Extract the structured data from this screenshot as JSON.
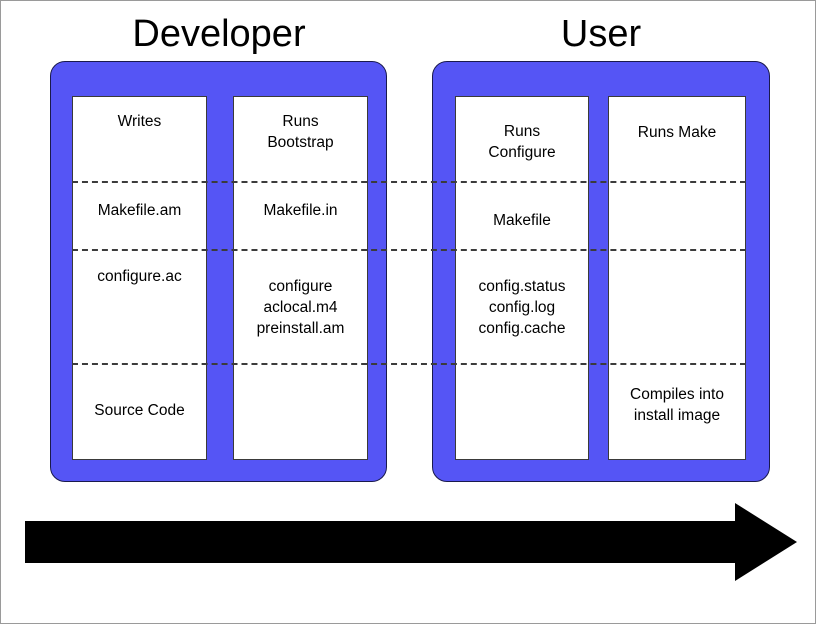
{
  "diagram": {
    "title_developer": "Developer",
    "title_user": "User",
    "accent_color": "#5555F5",
    "arrow_color": "#000000",
    "divider_color": "#3C3C3C",
    "arrow_direction": "right",
    "arrow_name": "time-progression-arrow"
  },
  "sections": [
    {
      "name": "developer",
      "label": "Developer",
      "columns": [
        {
          "name": "writes",
          "header": "Writes",
          "cells": [
            "Makefile.am",
            "configure.ac",
            "Source Code"
          ]
        },
        {
          "name": "runs-bootstrap",
          "header": "Runs\nBootstrap",
          "cells": [
            "Makefile.in",
            "configure\naclocal.m4\npreinstall.am",
            ""
          ]
        }
      ]
    },
    {
      "name": "user",
      "label": "User",
      "columns": [
        {
          "name": "runs-configure",
          "header": "Runs\nConfigure",
          "cells": [
            "Makefile",
            "config.status\nconfig.log\nconfig.cache",
            ""
          ]
        },
        {
          "name": "runs-make",
          "header": "Runs Make",
          "cells": [
            "",
            "",
            "Compiles into\ninstall image"
          ]
        }
      ]
    }
  ]
}
